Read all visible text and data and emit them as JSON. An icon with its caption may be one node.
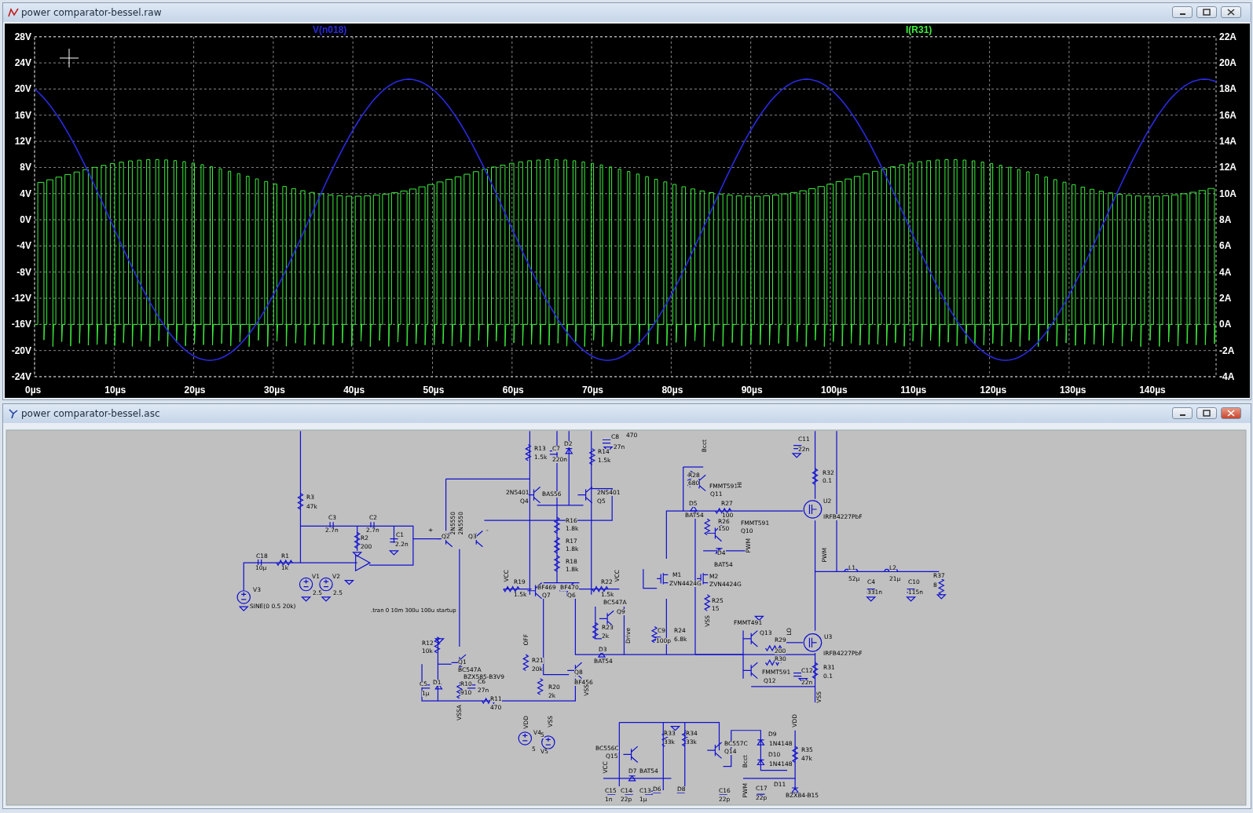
{
  "diagram": {
    "labels": [
      "power comparator-bessel.raw",
      "V(n018)",
      "I(R31)",
      "28V",
      "24V",
      "20V",
      "16V",
      "12V",
      "8V",
      "4V",
      "0V",
      "-4V",
      "-8V",
      "-12V",
      "-16V",
      "-20V",
      "-24V",
      "22A",
      "20A",
      "18A",
      "16A",
      "14A",
      "12A",
      "10A",
      "8A",
      "6A",
      "4A",
      "2A",
      "0A",
      "-2A",
      "-4A",
      "0µs",
      "10µs",
      "20µs",
      "30µs",
      "40µs",
      "50µs",
      "60µs",
      "70µs",
      "80µs",
      "90µs",
      "100µs",
      "110µs",
      "120µs",
      "130µs",
      "140µs",
      "power comparator-bessel.asc",
      "R3",
      "47k",
      "C3",
      "2.7n",
      "C2",
      "2.7n",
      "R2",
      "200",
      "C1",
      "2.2n",
      "+",
      "Q2",
      "2N5550",
      "2N5550",
      "Q3",
      "-",
      "C18",
      "10µ",
      "R1",
      "1k",
      "V1",
      "2.5",
      "V2",
      "2.5",
      "V3",
      "SINE(0 0.5 20k)",
      ".tran 0 10m 300u 100u startup",
      "R13",
      "1.5k",
      "C7",
      "220n",
      "D2",
      "R14",
      "1.5k",
      "C8",
      "27n",
      "470",
      "2N5401",
      "Q4",
      "BAS56",
      "2N5401",
      "Q5",
      "R16",
      "1.8k",
      "R17",
      "1.8k",
      "R18",
      "1.8k",
      "VCC",
      "R19",
      "1.5k",
      "BF469",
      "BF470",
      "Q7",
      "Q6",
      "R22",
      "1.5k",
      "VCC",
      "BC547A",
      "Q9",
      "R23",
      "2k",
      "D3",
      "BAT54",
      "Drive",
      "C9",
      "100p",
      "R24",
      "6.8k",
      "M1",
      "ZVN4424G",
      "R28",
      "680",
      "Bcct",
      "FMMT591",
      "Q11",
      "D5",
      "BAT54",
      "R27",
      "100",
      "HI",
      "R26",
      "150",
      "FMMT591",
      "Q10",
      "D4",
      "BAT54",
      "PWM",
      "M2",
      "ZVN4424G",
      "R25",
      "15",
      "VSS",
      "C11",
      "22n",
      "R32",
      "0.1",
      "U2",
      "IRFB4227PbF",
      "PWM",
      "L1",
      "52µ",
      "C4",
      "331n",
      "L2",
      "21µ",
      "C10",
      "115n",
      "R37",
      "8",
      "R12",
      "10k",
      "Q1",
      "BC547A",
      "BZX585-B3V9",
      "C5",
      "1µ",
      "D1",
      "R10",
      "910",
      "C6",
      "27n",
      "R11",
      "470",
      "VSSA",
      "OFF",
      "R21",
      "20k",
      "R20",
      "2k",
      "Q8",
      "BF456",
      "VSS",
      "VDD",
      "V4",
      "5",
      "VSS",
      "5",
      "V5",
      "BC556C",
      "Q15",
      "R33",
      "33k",
      "R34",
      "33k",
      "VCC",
      "D7",
      "BAT54",
      "C15",
      "1n",
      "C14",
      "22p",
      "C13",
      "1µ",
      "D6",
      "D8",
      "BC557C",
      "Q14",
      "D9",
      "1N4148",
      "D10",
      "1N4148",
      "Bcct",
      "VDD",
      "R35",
      "47k",
      "C16",
      "22p",
      "PWM",
      "C17",
      "22p",
      "D11",
      "BZX84-B15",
      "FMMT491",
      "Q13",
      "R29",
      "200",
      "LO",
      "U3",
      "IRFB4227PbF",
      "R30",
      "FMMT591",
      "Q12",
      "C12",
      "22n",
      "R31",
      "0.1",
      "VSS"
    ]
  }
}
